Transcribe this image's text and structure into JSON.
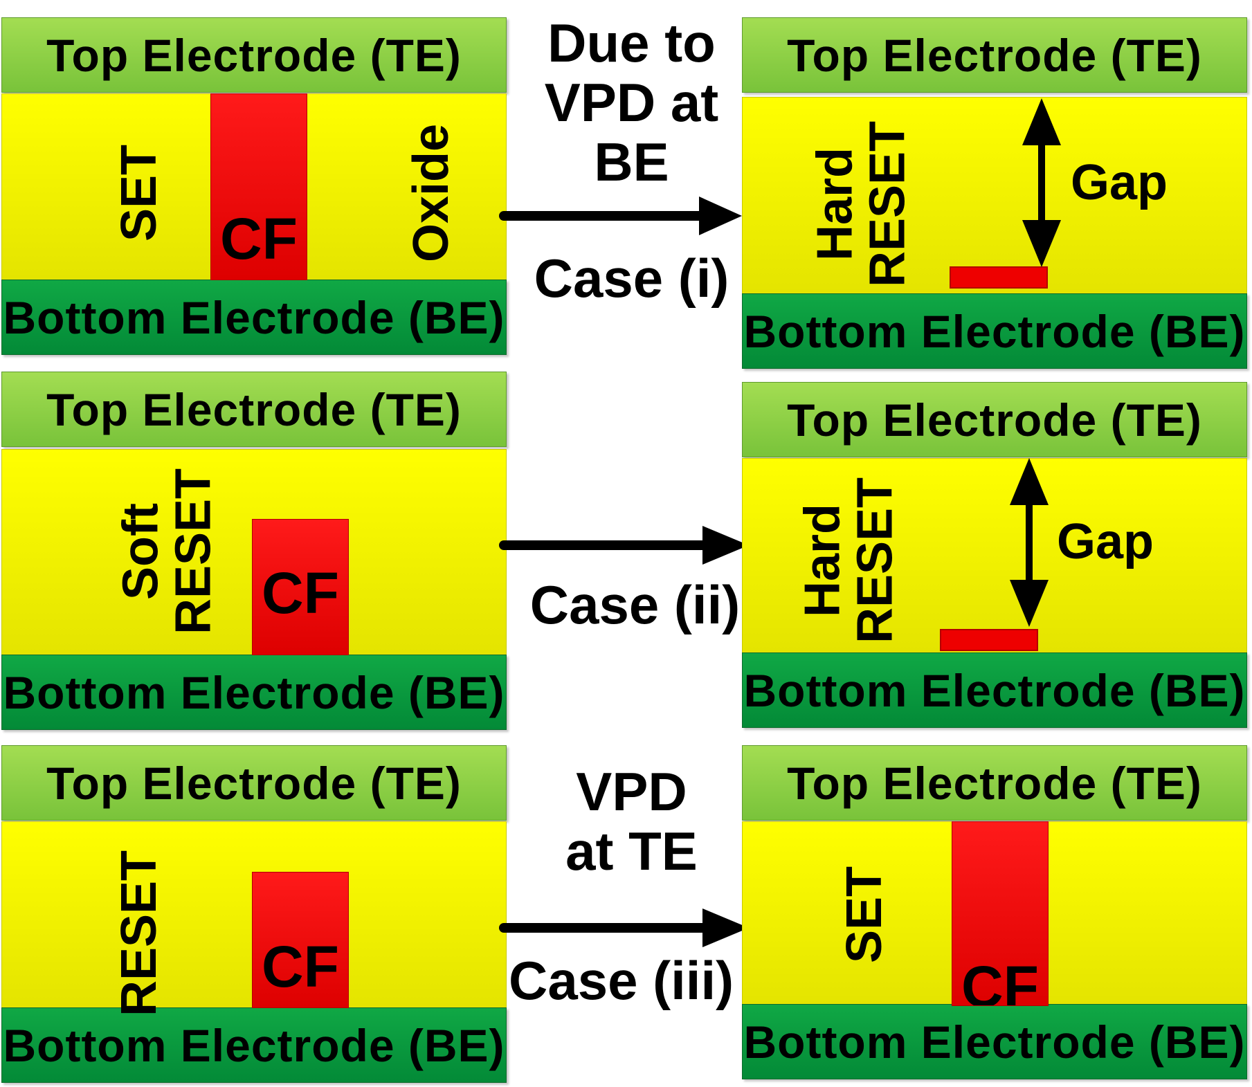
{
  "labels": {
    "te": "Top Electrode (TE)",
    "be": "Bottom Electrode (BE)",
    "cf": "CF",
    "gap": "Gap"
  },
  "rows": [
    {
      "left_state": "SET",
      "left_extra": "Oxide",
      "right_state_line1": "Hard",
      "right_state_line2": "RESET",
      "arrow_above_line1": "Due to",
      "arrow_above_line2": "VPD at",
      "arrow_above_line3": "BE",
      "arrow_below": "Case (i)"
    },
    {
      "left_state_line1": "Soft",
      "left_state_line2": "RESET",
      "right_state_line1": "Hard",
      "right_state_line2": "RESET",
      "arrow_below": "Case (ii)"
    },
    {
      "left_state": "RESET",
      "right_state": "SET",
      "arrow_above_line1": "VPD",
      "arrow_above_line2": "at TE",
      "arrow_below": "Case (iii)"
    }
  ],
  "colors": {
    "top_electrode": "#8fd446",
    "bottom_electrode": "#07993f",
    "oxide": "#ffff00",
    "filament": "#ee0000"
  }
}
